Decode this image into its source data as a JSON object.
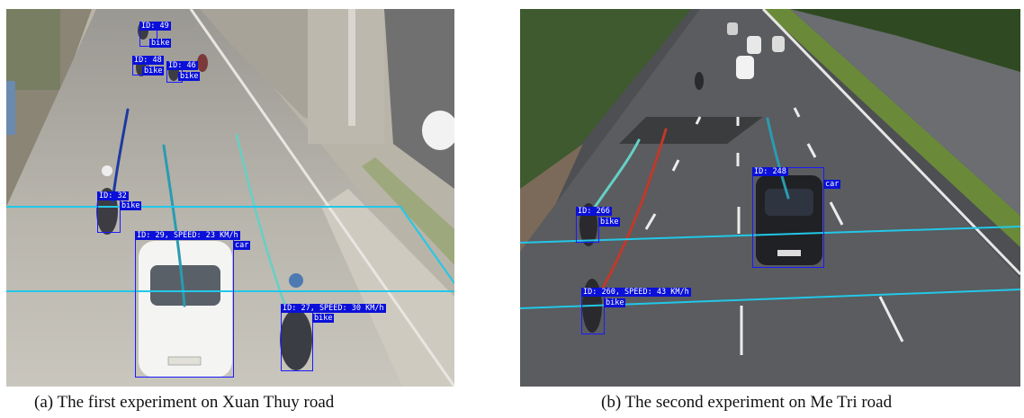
{
  "panels": [
    {
      "id": "a",
      "caption": "(a)  The first experiment on Xuan Thuy road",
      "detections": [
        {
          "id_label": "ID: 49",
          "class_label": "bike"
        },
        {
          "id_label": "ID: 48",
          "class_label": "bike"
        },
        {
          "id_label": "ID: 46",
          "class_label": "bike"
        },
        {
          "id_label": "ID: 32",
          "class_label": "bike"
        },
        {
          "id_label": "ID: 29, SPEED: 23 KM/h",
          "class_label": "car"
        },
        {
          "id_label": "ID: 27, SPEED: 30 KM/h",
          "class_label": "bike"
        }
      ]
    },
    {
      "id": "b",
      "caption": "(b)  The second experiment on Me Tri road",
      "detections": [
        {
          "id_label": "ID: 248",
          "class_label": "car"
        },
        {
          "id_label": "ID: 266",
          "class_label": "bike"
        },
        {
          "id_label": "ID: 260, SPEED: 43 KM/h",
          "class_label": "bike"
        }
      ]
    }
  ],
  "colors": {
    "box": "#1a1aff",
    "label_bg": "#0a10d8",
    "speed_line": "#22c8e8",
    "track_blue": "#1e3aa0",
    "track_teal": "#2a9bb0",
    "track_cyan": "#66d0c4",
    "track_red": "#c0392b"
  }
}
